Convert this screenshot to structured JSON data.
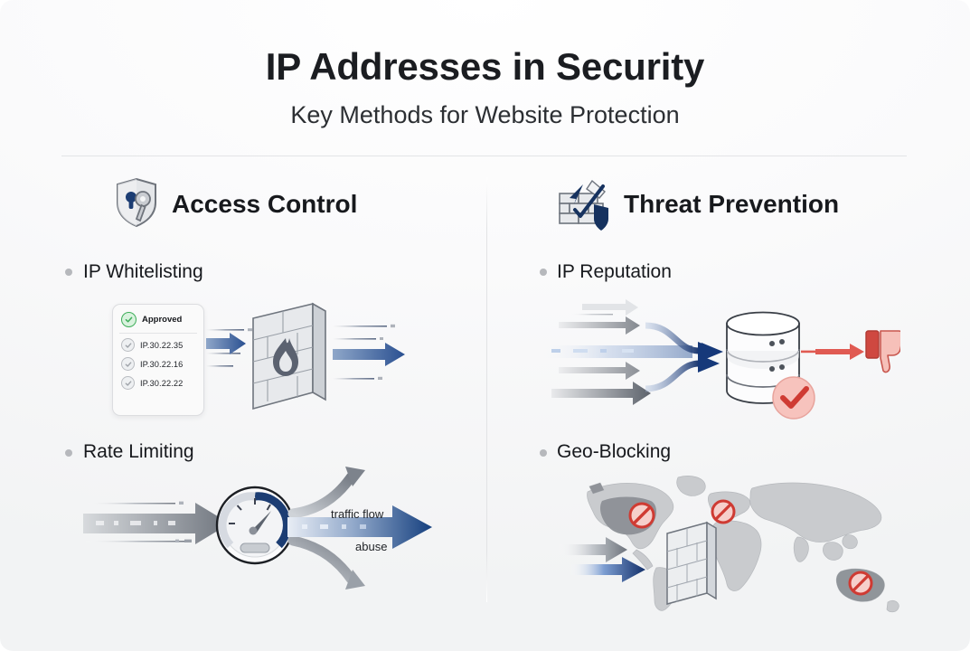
{
  "header": {
    "title": "IP Addresses in Security",
    "subtitle": "Key Methods for Website Protection"
  },
  "sections": [
    {
      "id": "access-control",
      "title": "Access Control",
      "icon": "shield-key-icon",
      "items": [
        {
          "id": "ip-whitelisting",
          "label": "IP Whitelisting",
          "figure": "whitelist-firewall-diagram",
          "card": {
            "header_label": "Approved",
            "header_icon": "green-check-icon",
            "entries": [
              {
                "icon": "gray-check-icon",
                "value": "IP.30.22.35"
              },
              {
                "icon": "gray-check-icon",
                "value": "IP.30.22.16"
              },
              {
                "icon": "gray-check-icon",
                "value": "IP.30.22.22"
              }
            ]
          }
        },
        {
          "id": "rate-limiting",
          "label": "Rate Limiting",
          "figure": "gauge-flow-diagram",
          "flow_labels": {
            "allowed": "traffic flow",
            "blocked": "abuse"
          }
        }
      ]
    },
    {
      "id": "threat-prevention",
      "title": "Threat Prevention",
      "icon": "brick-wall-shield-icon",
      "items": [
        {
          "id": "ip-reputation",
          "label": "IP Reputation",
          "figure": "database-reputation-diagram",
          "marks": {
            "verdict_bad": "thumbs-down-icon",
            "verdict_check": "red-check-badge-icon"
          }
        },
        {
          "id": "geo-blocking",
          "label": "Geo-Blocking",
          "figure": "world-map-blocking-diagram",
          "blocked_regions": [
            "north-america-block-badge",
            "europe-block-badge",
            "australia-block-badge"
          ]
        }
      ]
    }
  ],
  "colors": {
    "background": "#f2f3f4",
    "title": "#1b1d21",
    "accent_blue": "#1f4e9c",
    "accent_blue_dark": "#173f7e",
    "accent_red": "#e04a43",
    "accent_green": "#3fae5a",
    "neutral_gray": "#8e9197",
    "divider": "#e3e4e6"
  }
}
